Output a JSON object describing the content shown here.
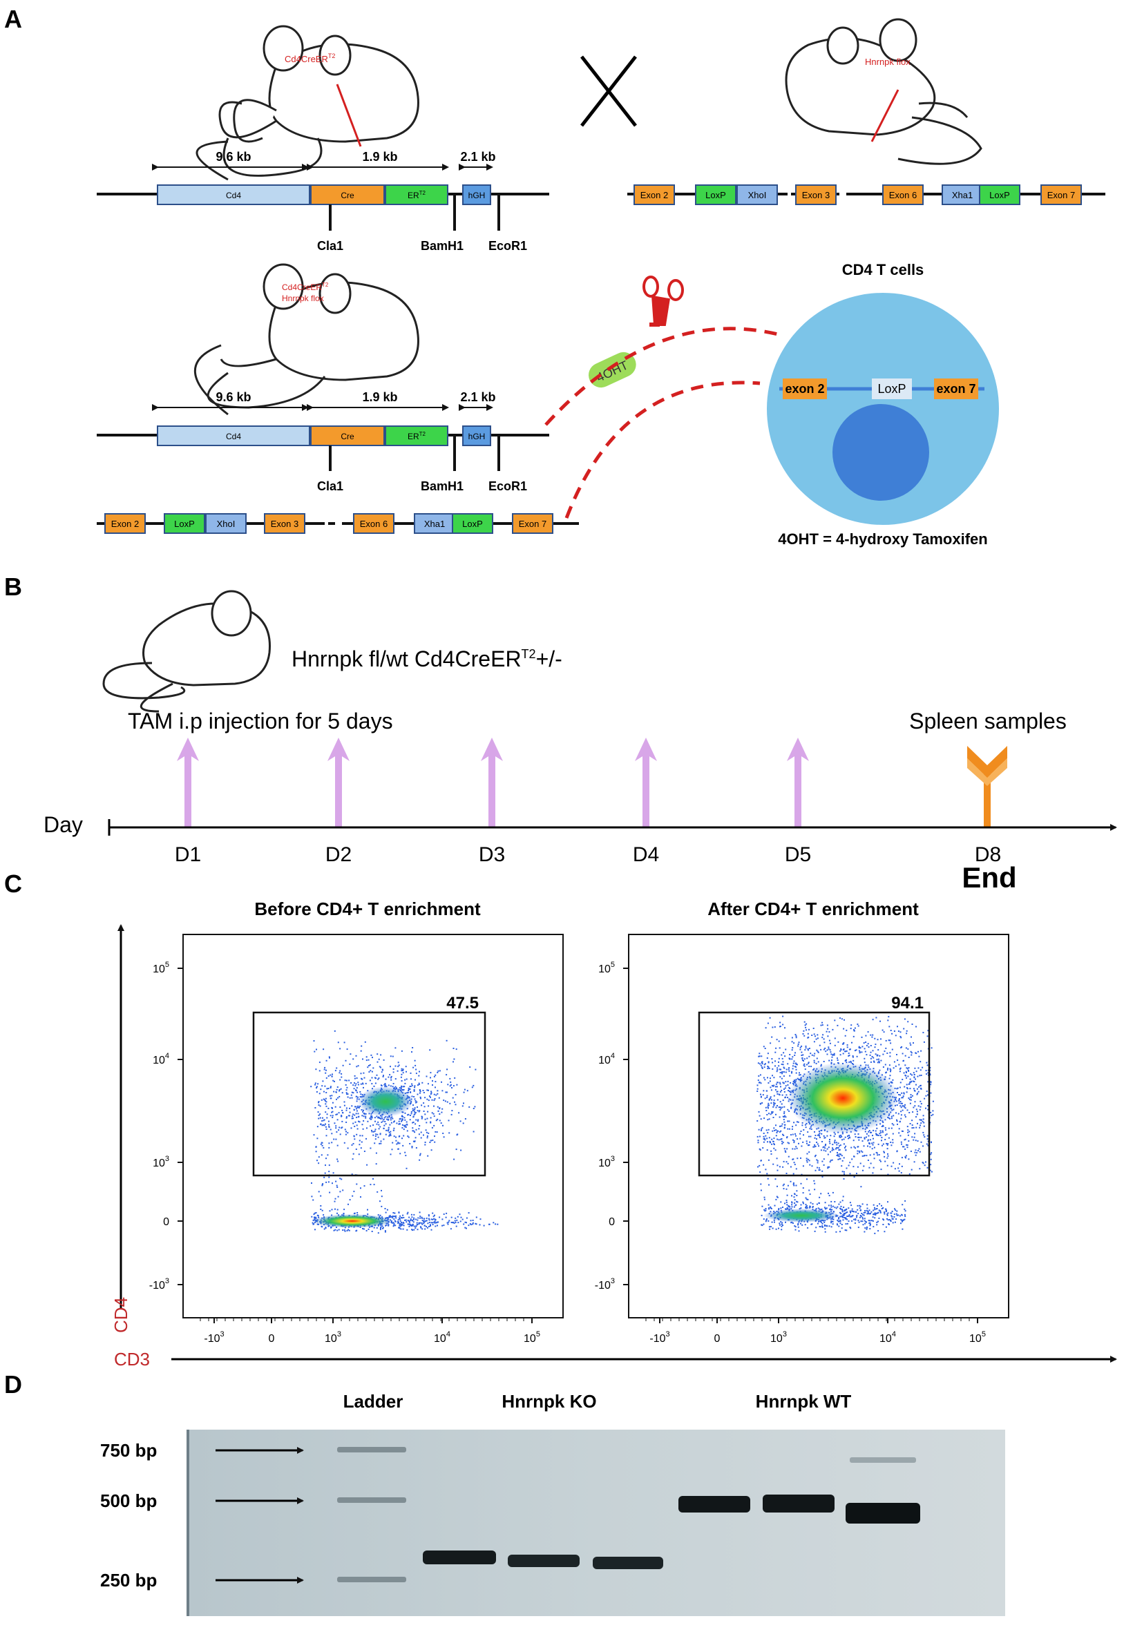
{
  "panels": {
    "A": "A",
    "B": "B",
    "C": "C",
    "D": "D"
  },
  "colors": {
    "cd4_box": "#bcd7f0",
    "cre_box": "#f39a2c",
    "ert2_box": "#3dd44a",
    "hgh_box": "#5b9be0",
    "exon_box": "#f39a2c",
    "loxp_box": "#3dd44a",
    "site_box": "#8fb6e8",
    "red": "#d42020",
    "cell_outer": "#7cc4e8",
    "cell_inner": "#3f7fd6",
    "purple_arrow": "#d8a6e8",
    "orange_arrow": "#f08c1e",
    "axis_red": "#c0282a"
  },
  "panelA": {
    "mouse1_label": "Cd4CreER",
    "mouse1_sup": "T2",
    "mouse2_label": "Hnrnpk flox",
    "mouse3_label_line1": "Cd4CreER",
    "mouse3_sup": "T2",
    "mouse3_label_line2": "Hnrnpk flox",
    "distances": [
      "9.6 kb",
      "1.9 kb",
      "2.1 kb"
    ],
    "construct": {
      "cd4": "Cd4",
      "cre": "Cre",
      "er": "ER",
      "er_sup": "T2",
      "hgh": "hGH"
    },
    "sites": [
      "Cla1",
      "BamH1",
      "EcoR1"
    ],
    "flox_allele": [
      "Exon 2",
      "LoxP",
      "XhoI",
      "Exon 3",
      "Exon 6",
      "Xha1",
      "LoxP",
      "Exon 7"
    ],
    "drug_pill": "4OHT",
    "cell_title": "CD4 T cells",
    "cell_exon_left": "exon 2",
    "cell_loxp": "LoxP",
    "cell_exon_right": "exon 7",
    "footnote": "4OHT = 4-hydroxy Tamoxifen"
  },
  "panelB": {
    "genotype": "Hnrnpk fl/wt Cd4CreER",
    "genotype_sup": "T2",
    "genotype_tail": "+/-",
    "injection_label": "TAM i.p injection for 5 days",
    "spleen_label": "Spleen samples",
    "axis_label": "Day",
    "days": [
      "D1",
      "D2",
      "D3",
      "D4",
      "D5",
      "D8"
    ],
    "end_label": "End"
  },
  "panelC": {
    "plot1_title": "Before CD4+ T enrichment",
    "plot2_title": "After CD4+ T enrichment",
    "gate1_value": "47.5",
    "gate2_value": "94.1",
    "y_axis_label": "CD4",
    "x_axis_label": "CD3",
    "y_ticks": [
      "10",
      "10",
      "10",
      "0",
      "-10"
    ],
    "y_tick_exps": [
      "5",
      "4",
      "3",
      "",
      "3"
    ],
    "x_ticks": [
      "-10",
      "0",
      "10",
      "10",
      "10"
    ],
    "x_tick_exps": [
      "3",
      "",
      "3",
      "4",
      "5"
    ]
  },
  "panelD": {
    "ladder_label": "Ladder",
    "ko_label": "Hnrnpk KO",
    "wt_label": "Hnrnpk WT",
    "bp_labels": [
      "750 bp",
      "500 bp",
      "250 bp"
    ]
  }
}
